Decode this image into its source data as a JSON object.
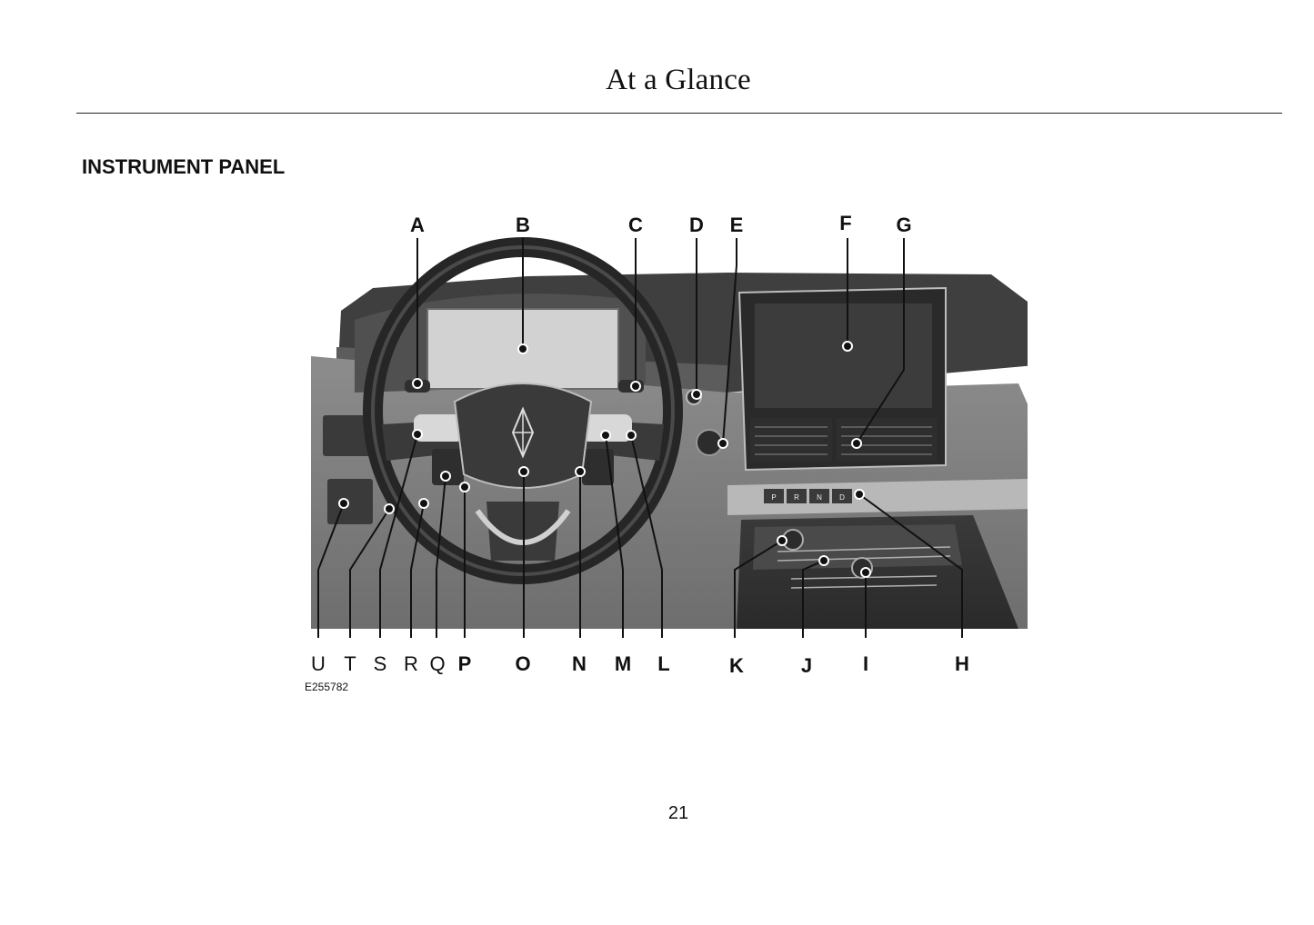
{
  "header": {
    "title": "At a Glance"
  },
  "section": {
    "heading": "INSTRUMENT PANEL"
  },
  "figure": {
    "image_code": "E255782",
    "callouts_top": [
      "A",
      "B",
      "C",
      "D",
      "E",
      "F",
      "G"
    ],
    "callouts_bottom": [
      "U",
      "T",
      "S",
      "R",
      "Q",
      "P",
      "O",
      "N",
      "M",
      "L",
      "K",
      "J",
      "I",
      "H"
    ],
    "display_labels": [
      "P",
      "R",
      "N",
      "D"
    ]
  },
  "footer": {
    "page_number": "21"
  }
}
